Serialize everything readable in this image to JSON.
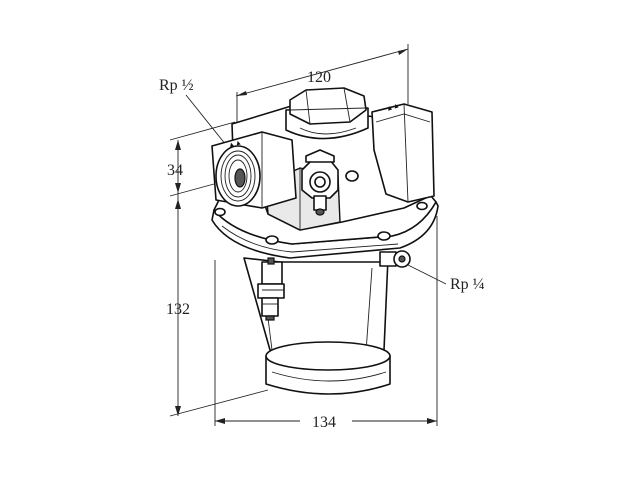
{
  "dimensions": {
    "width_top": "120",
    "height_inlet": "34",
    "height_total": "132",
    "width_bottom": "134"
  },
  "connections": {
    "inlet": "Rp ½",
    "impulse": "Rp ¼"
  }
}
